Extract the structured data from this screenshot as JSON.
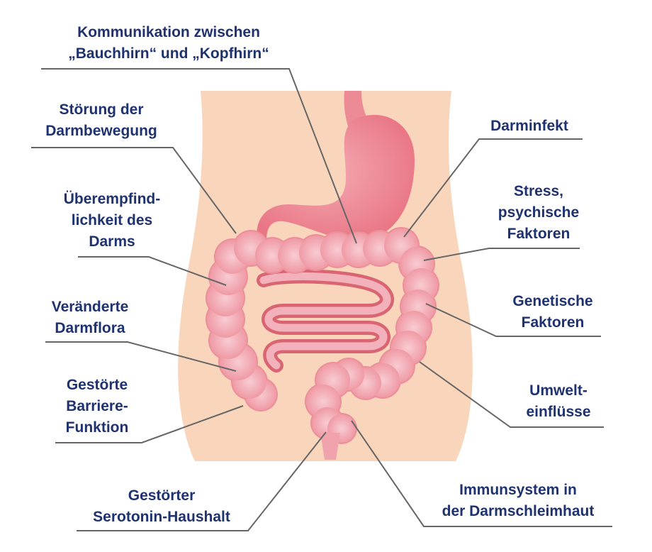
{
  "colors": {
    "text": "#1f3270",
    "line": "#666666",
    "body": "#f9d6bb",
    "organ": "#ee8f9b",
    "organ_light": "#f8c9cf",
    "organ_dark": "#d96573"
  },
  "labels": {
    "kommunikation": {
      "line1": "Kommunikation zwischen",
      "line2": "„Bauchhirn“ und „Kopfhirn“"
    },
    "stoerung": {
      "line1": "Störung der",
      "line2": "Darmbewegung"
    },
    "ueberempfind": {
      "line1": "Überempfind-",
      "line2": "lichkeit des",
      "line3": "Darms"
    },
    "darmflora": {
      "line1": "Veränderte",
      "line2": "Darmflora"
    },
    "barriere": {
      "line1": "Gestörte",
      "line2": "Barriere-",
      "line3": "Funktion"
    },
    "serotonin": {
      "line1": "Gestörter",
      "line2": "Serotonin-Haushalt"
    },
    "darminfekt": {
      "line1": "Darminfekt"
    },
    "stress": {
      "line1": "Stress,",
      "line2": "psychische",
      "line3": "Faktoren"
    },
    "genetisch": {
      "line1": "Genetische",
      "line2": "Faktoren"
    },
    "umwelt": {
      "line1": "Umwelt-",
      "line2": "einflüsse"
    },
    "immunsystem": {
      "line1": "Immunsystem in",
      "line2": "der Darmschleimhaut"
    }
  }
}
